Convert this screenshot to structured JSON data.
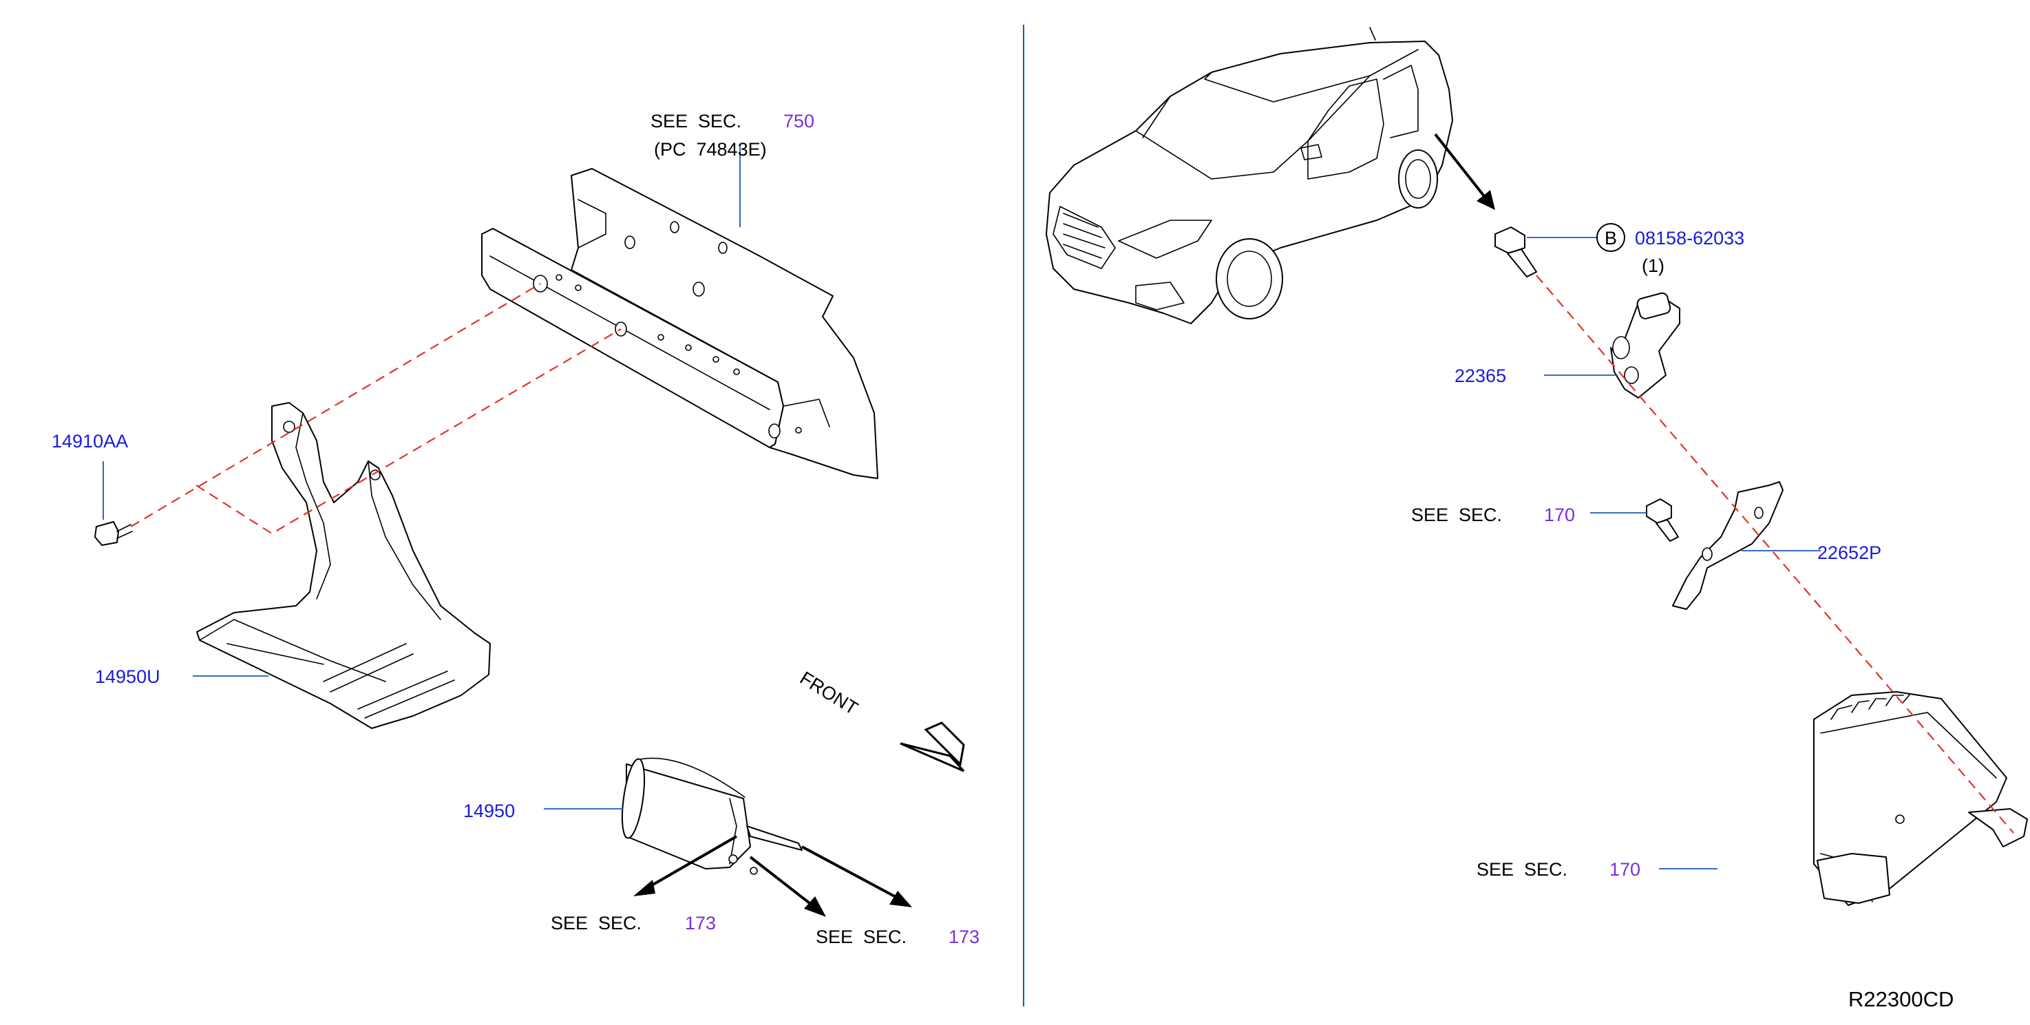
{
  "diagram_id": "R22300CD",
  "front_label": "FRONT",
  "see_sec_text": "SEE  SEC.",
  "labels": {
    "sec750": "750",
    "pc_ref": "(PC  74843E)",
    "p14910AA": "14910AA",
    "p14950U": "14950U",
    "p14950": "14950",
    "sec173a": "173",
    "sec173b": "173",
    "circle_b": "B",
    "p08158": "08158-62033",
    "qty": "(1)",
    "p22365": "22365",
    "sec170a": "170",
    "p22652P": "22652P",
    "sec170b": "170"
  }
}
